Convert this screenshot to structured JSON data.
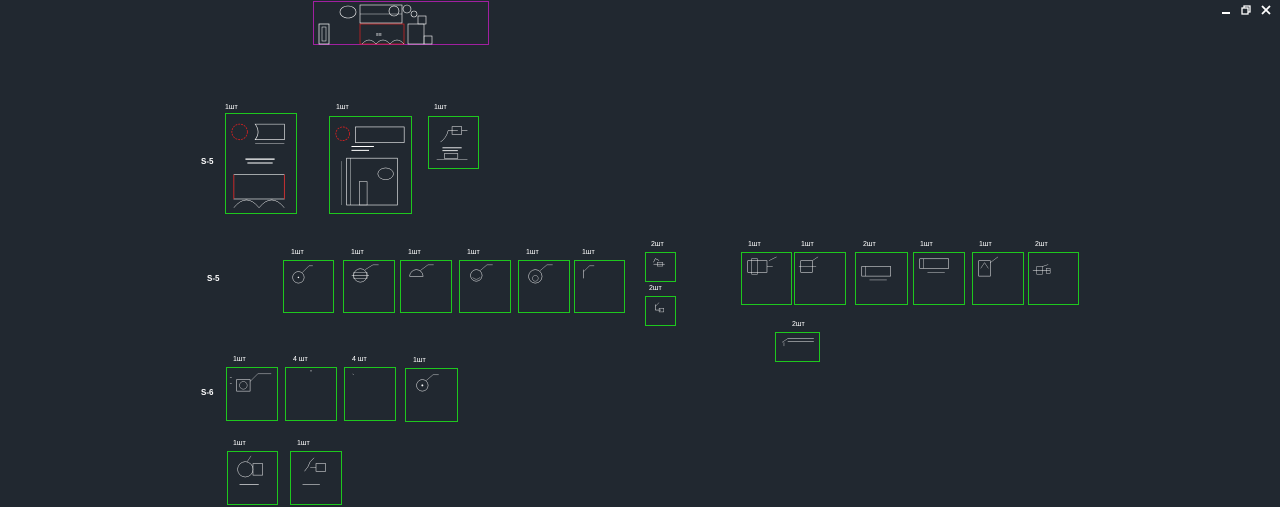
{
  "window": {
    "minimize_icon": "minimize-icon",
    "restore_icon": "restore-icon",
    "close_icon": "close-icon"
  },
  "rows": {
    "row1": "S-5",
    "row2": "S-5",
    "row3": "S-6"
  },
  "quantities": {
    "q1": "1шт",
    "q2": "1шт",
    "q3": "1шт",
    "q4": "1шт",
    "q5": "1шт",
    "q6": "1шт",
    "q7": "1шт",
    "q8": "1шт",
    "q9": "1шт",
    "q10": "2шт",
    "q11": "2шт",
    "q12": "1шт",
    "q13": "1шт",
    "q14": "2шт",
    "q15": "1шт",
    "q16": "1шт",
    "q17": "2шт",
    "q18": "2шт",
    "q19": "1шт",
    "q20": "4 шт",
    "q21": "4 шт",
    "q22": "1шт",
    "q23": "1шт",
    "q24": "1шт"
  },
  "colors": {
    "background": "#212830",
    "frame": "#1ec81e",
    "overview_border": "#a020a0",
    "accent_red": "#e02020",
    "line": "#ffffff"
  }
}
